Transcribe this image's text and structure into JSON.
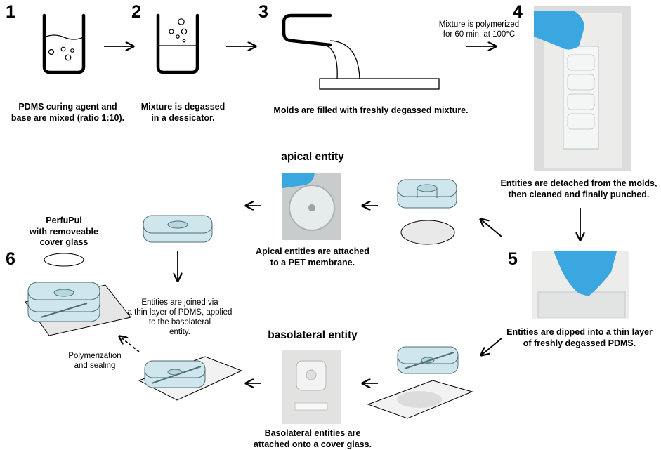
{
  "steps": [
    "1",
    "2",
    "3",
    "4",
    "5",
    "6"
  ],
  "captions": {
    "step1": "PDMS curing agent and\nbase are mixed (ratio 1:10).",
    "step2": "Mixture is degassed\nin a dessicator.",
    "step3": "Molds are filled with freshly degassed mixture.",
    "step4_top": "Mixture is polymerized\nfor 60 min. at 100°C",
    "step4_bottom": "Entities are detached from the molds,\nthen cleaned and finally punched.",
    "step5": "Entities are dipped into a thin layer\nof freshly degassed PDMS.",
    "apical_heading": "apical entity",
    "apical_caption": "Apical entities are attached\nto a PET membrane.",
    "basolateral_heading": "basolateral entity",
    "basolateral_caption": "Basolateral entities are\nattached onto a cover glass.",
    "perfupul": "PerfuPul\nwith removeable\ncover glass",
    "joined": "Entities are joined via\na thin layer of PDMS, applied\nto the basolateral\nentity.",
    "polymerization": "Polymerization\nand sealing"
  },
  "colors": {
    "glove": "#3aa7e0",
    "pdms": "#cfe6ec",
    "pdms_edge": "#4f6f77",
    "tissue": "#ececea"
  }
}
